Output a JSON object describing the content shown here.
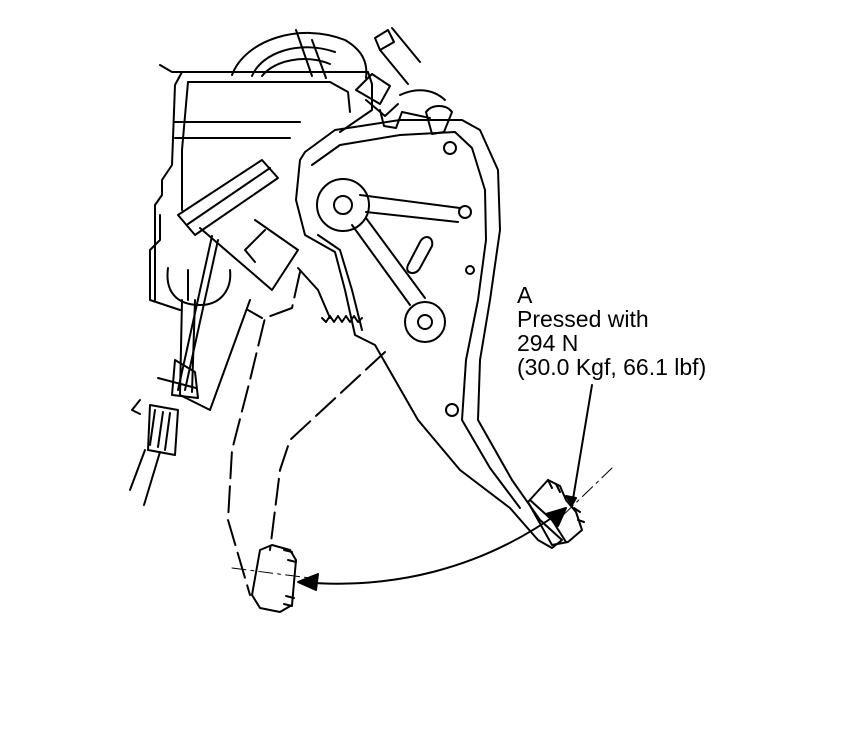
{
  "callout": {
    "letter": "A",
    "line1": "Pressed with",
    "line2": "294 N",
    "line3": "(30.0 Kgf, 66.1 lbf)"
  },
  "colors": {
    "line": "#000000",
    "background": "#ffffff"
  }
}
